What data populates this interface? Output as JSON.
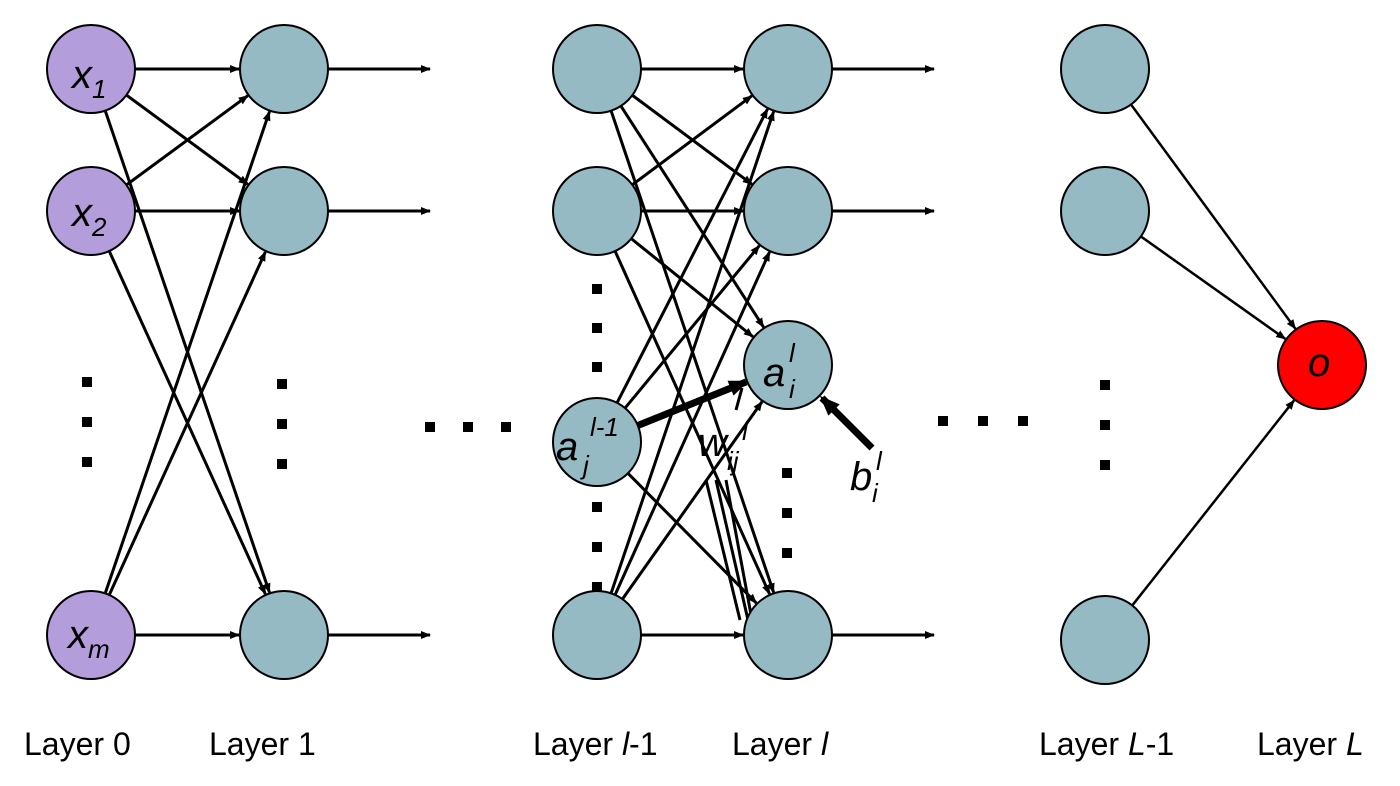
{
  "colors": {
    "input_node": "#b39ddb",
    "hidden_node": "#96bac4",
    "output_node": "#ff0000",
    "stroke": "#000000"
  },
  "nodes": {
    "x1": {
      "base": "x",
      "sub": "1"
    },
    "x2": {
      "base": "x",
      "sub": "2"
    },
    "xm": {
      "base": "x",
      "sub": "m"
    },
    "aj": {
      "base": "a",
      "sub": "j",
      "sup": "l-1"
    },
    "ai": {
      "base": "a",
      "sub": "i",
      "sup": "l"
    },
    "o": {
      "base": "o"
    }
  },
  "weight_label": {
    "base": "w",
    "sub": "ij",
    "sup": "l"
  },
  "bias_label": {
    "base": "b",
    "sub": "i",
    "sup": "l"
  },
  "layers": {
    "l0": {
      "text": "Layer 0"
    },
    "l1": {
      "text": "Layer 1"
    },
    "lm1": {
      "prefix": "Layer ",
      "var": "l",
      "suffix": "-1"
    },
    "l": {
      "prefix": "Layer ",
      "var": "l",
      "suffix": ""
    },
    "Lm1": {
      "prefix": "Layer ",
      "var": "L",
      "suffix": "-1"
    },
    "L": {
      "prefix": "Layer ",
      "var": "L",
      "suffix": ""
    }
  }
}
